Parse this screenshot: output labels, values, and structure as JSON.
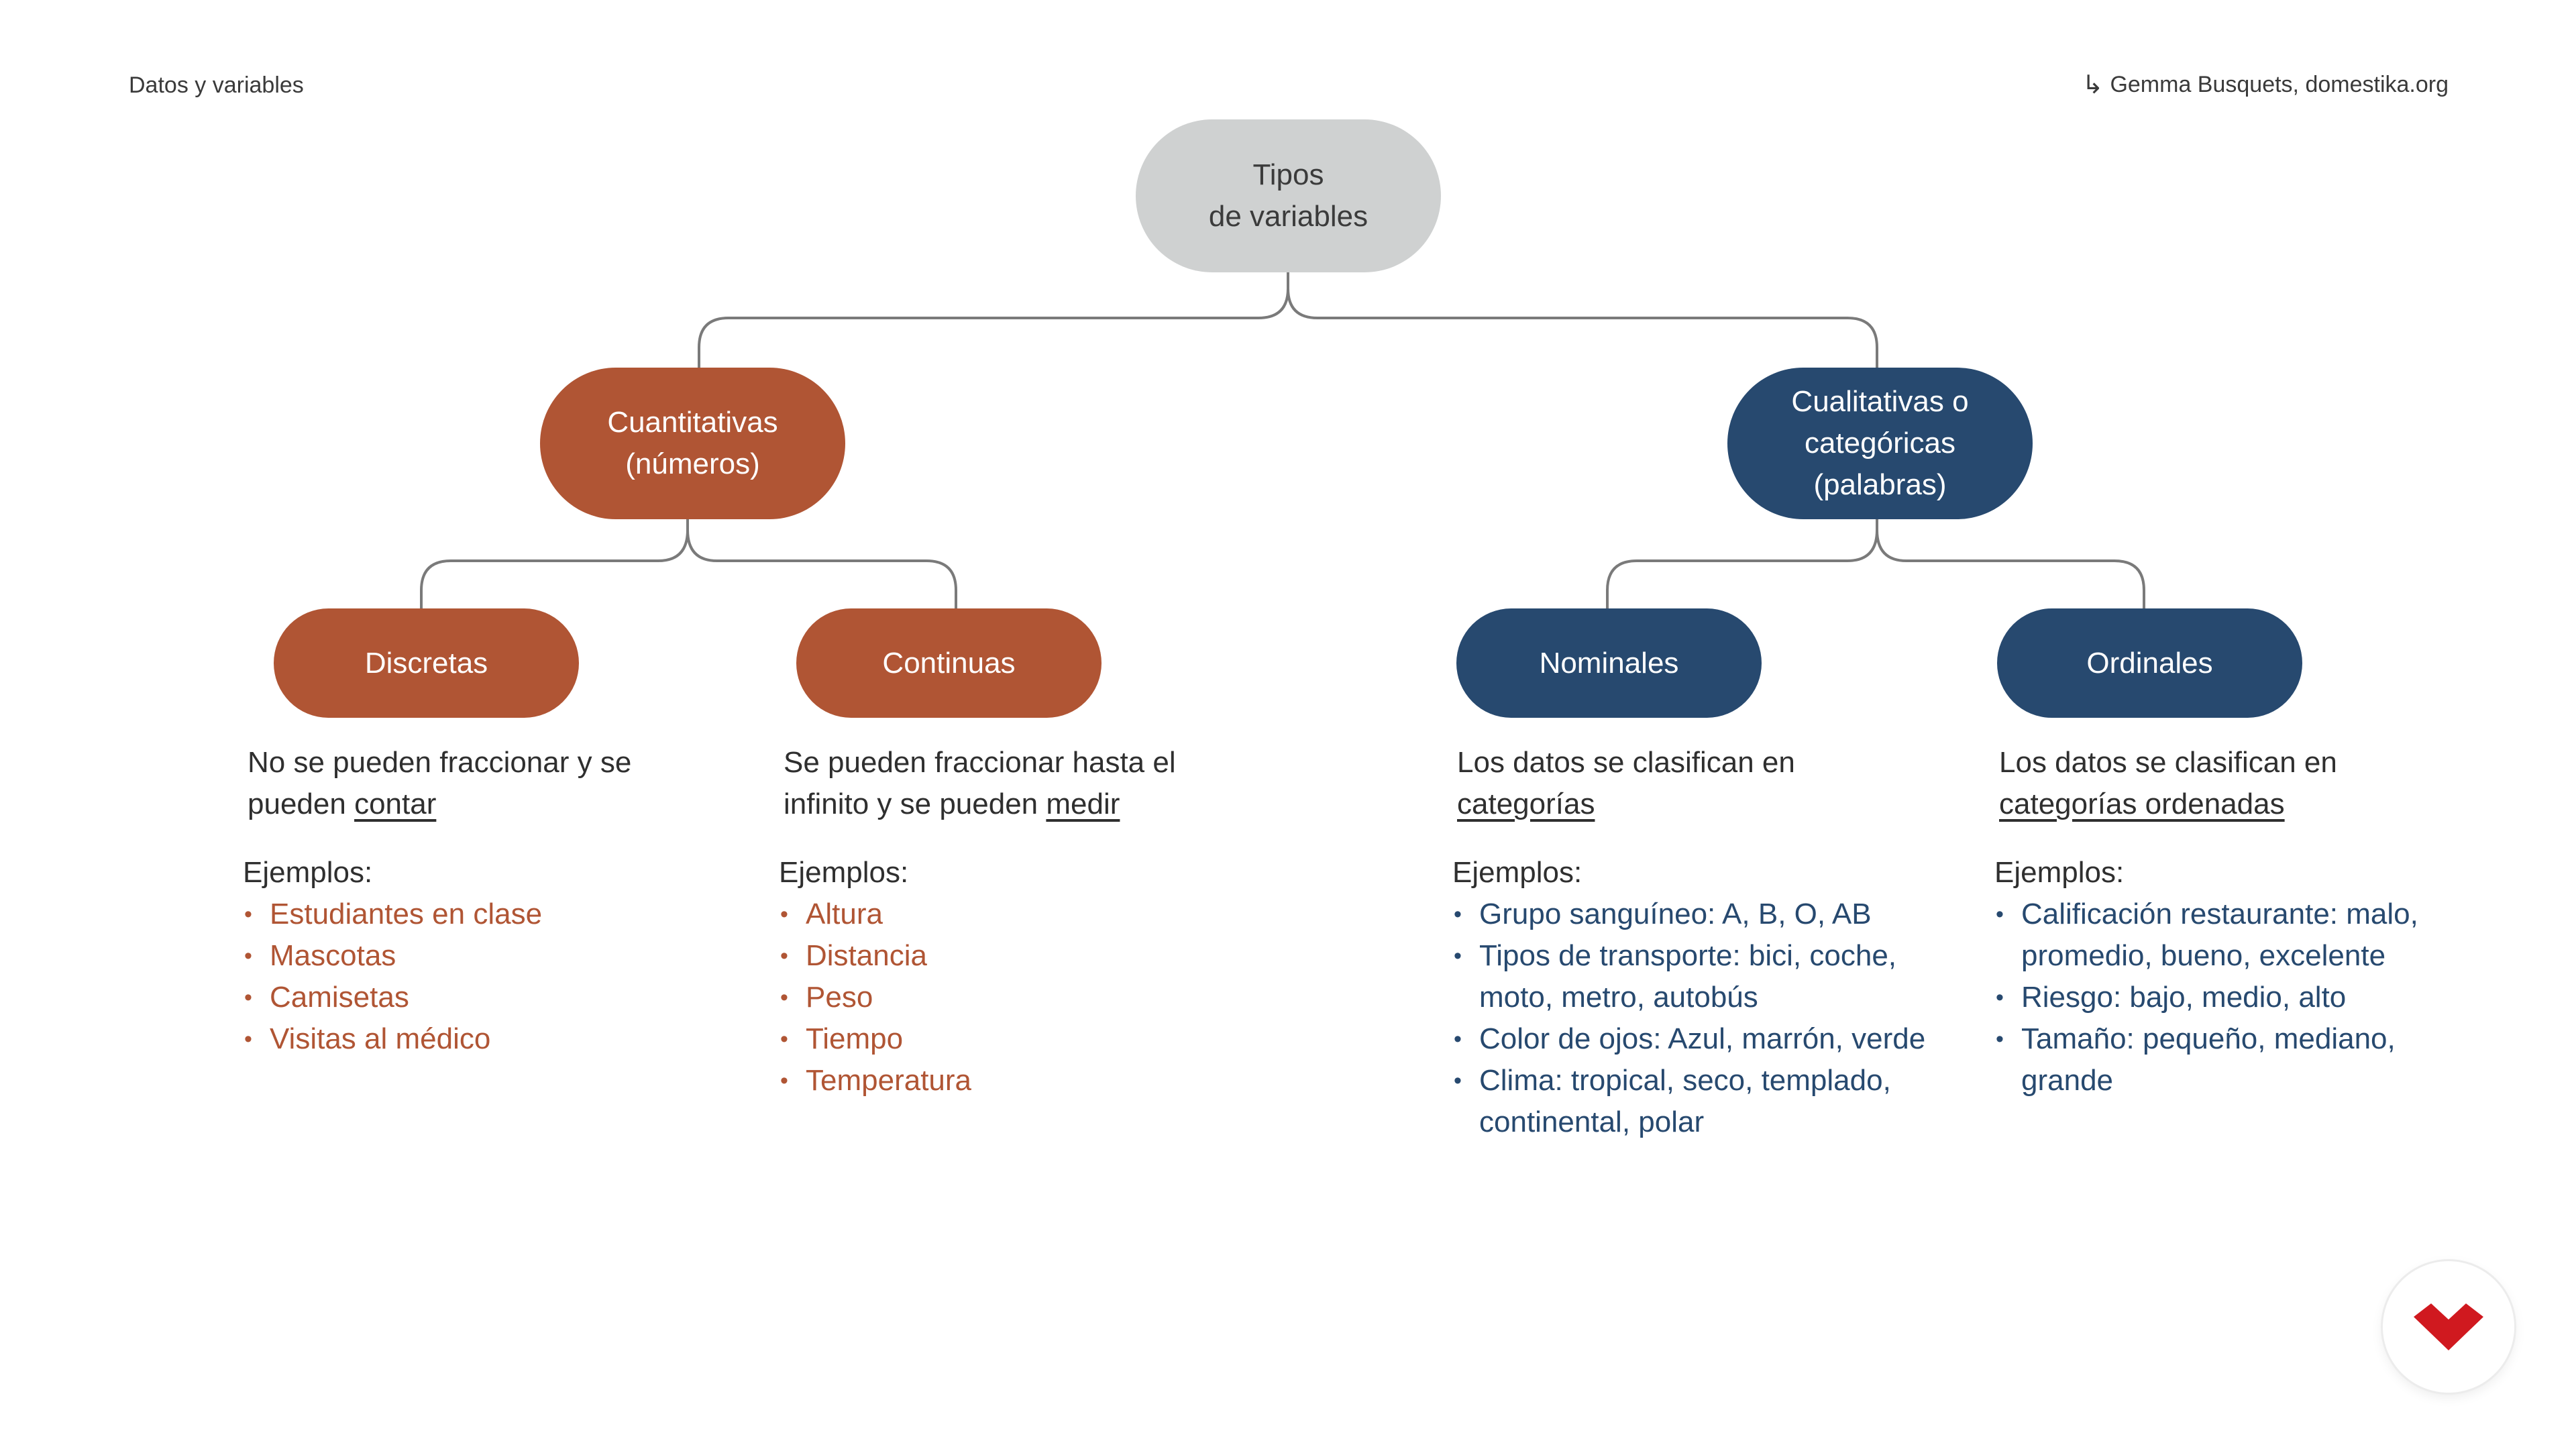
{
  "header": {
    "section_title": "Datos y variables",
    "credit_arrow": "↳",
    "credit": "Gemma Busquets, domestika.org"
  },
  "diagram": {
    "root": {
      "lines": [
        "Tipos",
        "de variables"
      ]
    },
    "quantitative": {
      "lines": [
        "Cuantitativas",
        "(números)"
      ]
    },
    "qualitative": {
      "lines": [
        "Cualitativas o",
        "categóricas",
        "(palabras)"
      ]
    },
    "discrete": {
      "label": "Discretas",
      "desc_prefix": "No se pueden fraccionar y se pueden ",
      "desc_underlined": "contar",
      "examples_title": "Ejemplos:",
      "examples": [
        "Estudiantes en clase",
        "Mascotas",
        "Camisetas",
        "Visitas al médico"
      ]
    },
    "continuous": {
      "label": "Continuas",
      "desc_prefix": "Se pueden fraccionar hasta el infinito y se pueden ",
      "desc_underlined": "medir",
      "examples_title": "Ejemplos:",
      "examples": [
        "Altura",
        "Distancia",
        "Peso",
        "Tiempo",
        "Temperatura"
      ]
    },
    "nominal": {
      "label": "Nominales",
      "desc_prefix": "Los datos se clasifican en ",
      "desc_underlined": "categorías",
      "examples_title": "Ejemplos:",
      "examples": [
        "Grupo sanguíneo: A, B, O, AB",
        "Tipos de transporte: bici, coche, moto, metro, autobús",
        "Color de ojos: Azul, marrón, verde",
        "Clima: tropical, seco, templado, continental, polar"
      ]
    },
    "ordinal": {
      "label": "Ordinales",
      "desc_prefix": "Los datos se clasifican en ",
      "desc_underlined": "categorías ordenadas",
      "examples_title": "Ejemplos:",
      "examples": [
        "Calificación restaurante: malo, promedio, bueno, excelente",
        "Riesgo: bajo, medio, alto",
        "Tamaño: pequeño, mediano, grande"
      ]
    }
  },
  "colors": {
    "root_fill": "#cfd1d1",
    "quantitative": "#b05534",
    "qualitative": "#27496f",
    "connector": "#7a7a7a",
    "logo": "#d0191f"
  },
  "logo": {
    "icon": "domestika-logo-icon"
  }
}
